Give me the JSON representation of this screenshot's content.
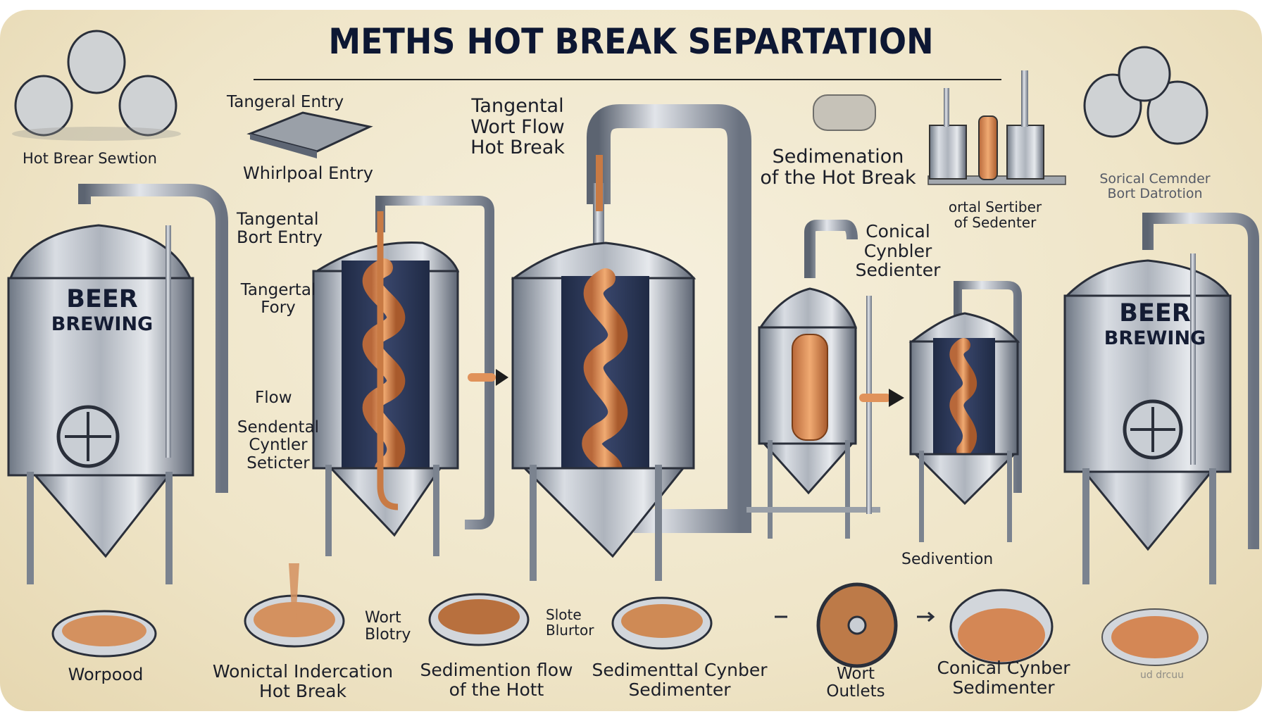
{
  "title": "METHS HOT BREAK SEPARTATION",
  "colors": {
    "background": "#f1e8cf",
    "steel": "#b9bec6",
    "steel_dark": "#4f5866",
    "wort": "#d98a4e",
    "ink": "#0d1733"
  },
  "top_icons": {
    "left_caption": "Hot Brear Sewtion",
    "right_caption_line1": "Sorical Cemnder",
    "right_caption_line2": "Bort Datrotion"
  },
  "labels": {
    "tangential_entry": "Tangeral Entry",
    "whirlpool_entry": "Whirlpoal Entry",
    "tangental_wort_flow_1": "Tangental",
    "tangental_wort_flow_2": "Wort Flow",
    "tangental_wort_flow_3": "Hot Break",
    "sedimentation_1": "Sedimenation",
    "sedimentation_2": "of the Hot Break",
    "tangental_bort_1": "Tangental",
    "tangental_bort_2": "Bort Entry",
    "tangertal_fory_1": "Tangertal",
    "tangertal_fory_2": "Fory",
    "flow": "Flow",
    "sendental_1": "Sendental",
    "sendental_2": "Cyntler",
    "sendental_3": "Seticter",
    "ortal_sertiber_1": "ortal Sertiber",
    "ortal_sertiber_2": "of Sedenter",
    "conical_1": "Conical",
    "conical_2": "Cynbler",
    "conical_3": "Sedienter"
  },
  "tanks": {
    "left_line1": "BEER",
    "left_line2": "BREWING",
    "right_line1": "BEER",
    "right_line2": "BREWING"
  },
  "bottom": {
    "worpood": "Worpood",
    "wonictal_1": "Wonictal Indercation",
    "wonictal_2": "Hot Break",
    "wort_blotry_1": "Wort",
    "wort_blotry_2": "Blotry",
    "slote_1": "Slote",
    "slote_2": "Blurtor",
    "sedimention_flow_1": "Sedimention flow",
    "sedimention_flow_2": "of the Hott",
    "sedimental_cynber_1": "Sedimenttal Cynber",
    "sedimental_cynber_2": "Sedimenter",
    "sedivention": "Sedivention",
    "wort_outlets_1": "Wort",
    "wort_outlets_2": "Outlets",
    "conical_cynber_1": "Conical Cynber",
    "conical_cynber_2": "Sedimenter",
    "faded_caption": "ud drcuu"
  }
}
